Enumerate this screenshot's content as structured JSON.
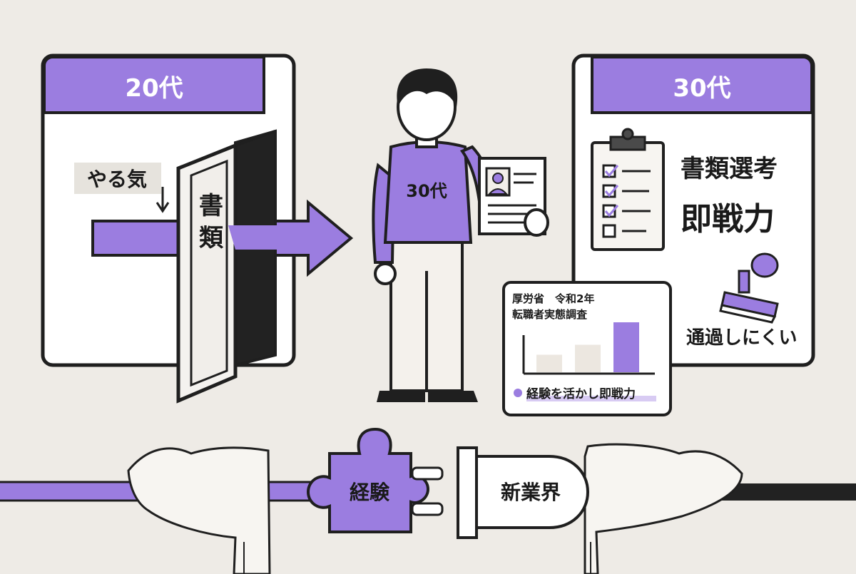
{
  "colors": {
    "background": "#eeebe6",
    "accent": "#9b7de0",
    "outline": "#1f1f1f",
    "panel": "#ffffff"
  },
  "left_panel": {
    "header": "20代",
    "motivation_label": "やる気",
    "door_label_1": "書",
    "door_label_2": "類"
  },
  "person": {
    "shirt_label": "30代",
    "holding": "resume-icon"
  },
  "right_panel": {
    "header": "30代",
    "line1": "書類選考",
    "line2": "即戦力",
    "stamp_caption": "通過しにくい",
    "icons": [
      "clipboard-checklist-icon",
      "stamp-icon"
    ]
  },
  "stats_card": {
    "source_line1": "厚労省　令和2年",
    "source_line2": "転職者実態調査",
    "legend": "経験を活かし即戦力",
    "bars": [
      0.35,
      0.55,
      1.0
    ]
  },
  "bottom": {
    "puzzle_label": "経験",
    "plug_label": "新業界"
  }
}
